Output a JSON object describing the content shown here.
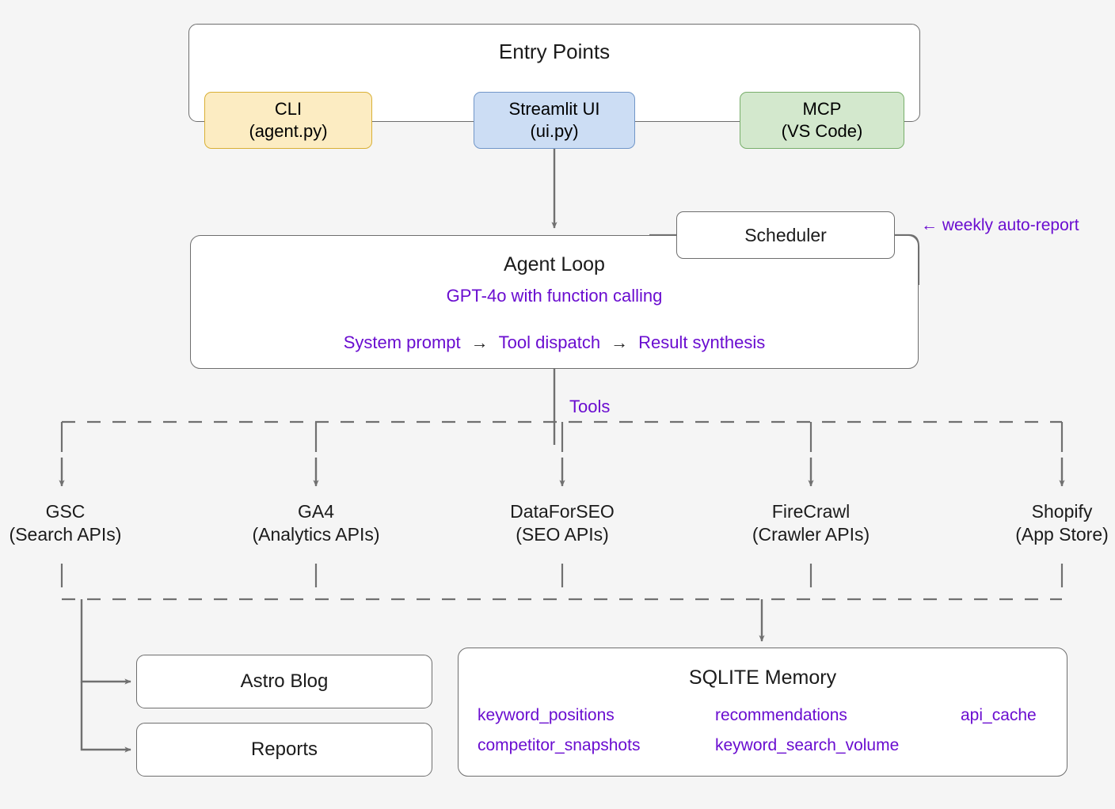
{
  "diagram": {
    "entry_points": {
      "title": "Entry Points",
      "nodes": [
        {
          "name": "CLI",
          "detail": "(agent.py)",
          "color": "#fcecc2"
        },
        {
          "name": "Streamlit UI",
          "detail": "(ui.py)",
          "color": "#ccddf4"
        },
        {
          "name": "MCP",
          "detail": "(VS Code)",
          "color": "#d3e8cd"
        }
      ]
    },
    "agent_loop": {
      "title": "Agent Loop",
      "subtitle": "GPT-4o with function calling",
      "flow": [
        "System prompt",
        "Tool dispatch",
        "Result synthesis"
      ],
      "flow_arrow": "→"
    },
    "scheduler": {
      "title": "Scheduler",
      "annotation": "← weekly auto-report"
    },
    "tools_label": "Tools",
    "tools": [
      {
        "name": "GSC",
        "detail": "(Search APIs)"
      },
      {
        "name": "GA4",
        "detail": "(Analytics APIs)"
      },
      {
        "name": "DataForSEO",
        "detail": "(SEO APIs)"
      },
      {
        "name": "FireCrawl",
        "detail": "(Crawler APIs)"
      },
      {
        "name": "Shopify",
        "detail": "(App Store)"
      }
    ],
    "outputs": [
      {
        "label": "Astro Blog"
      },
      {
        "label": "Reports"
      }
    ],
    "memory": {
      "title": "SQLITE Memory",
      "tables": [
        "keyword_positions",
        "recommendations",
        "api_cache",
        "competitor_snapshots",
        "keyword_search_volume"
      ]
    },
    "colors": {
      "accent_purple": "#6a0dd0",
      "stroke_gray": "#6e6e6e",
      "background": "#f5f5f5"
    }
  }
}
